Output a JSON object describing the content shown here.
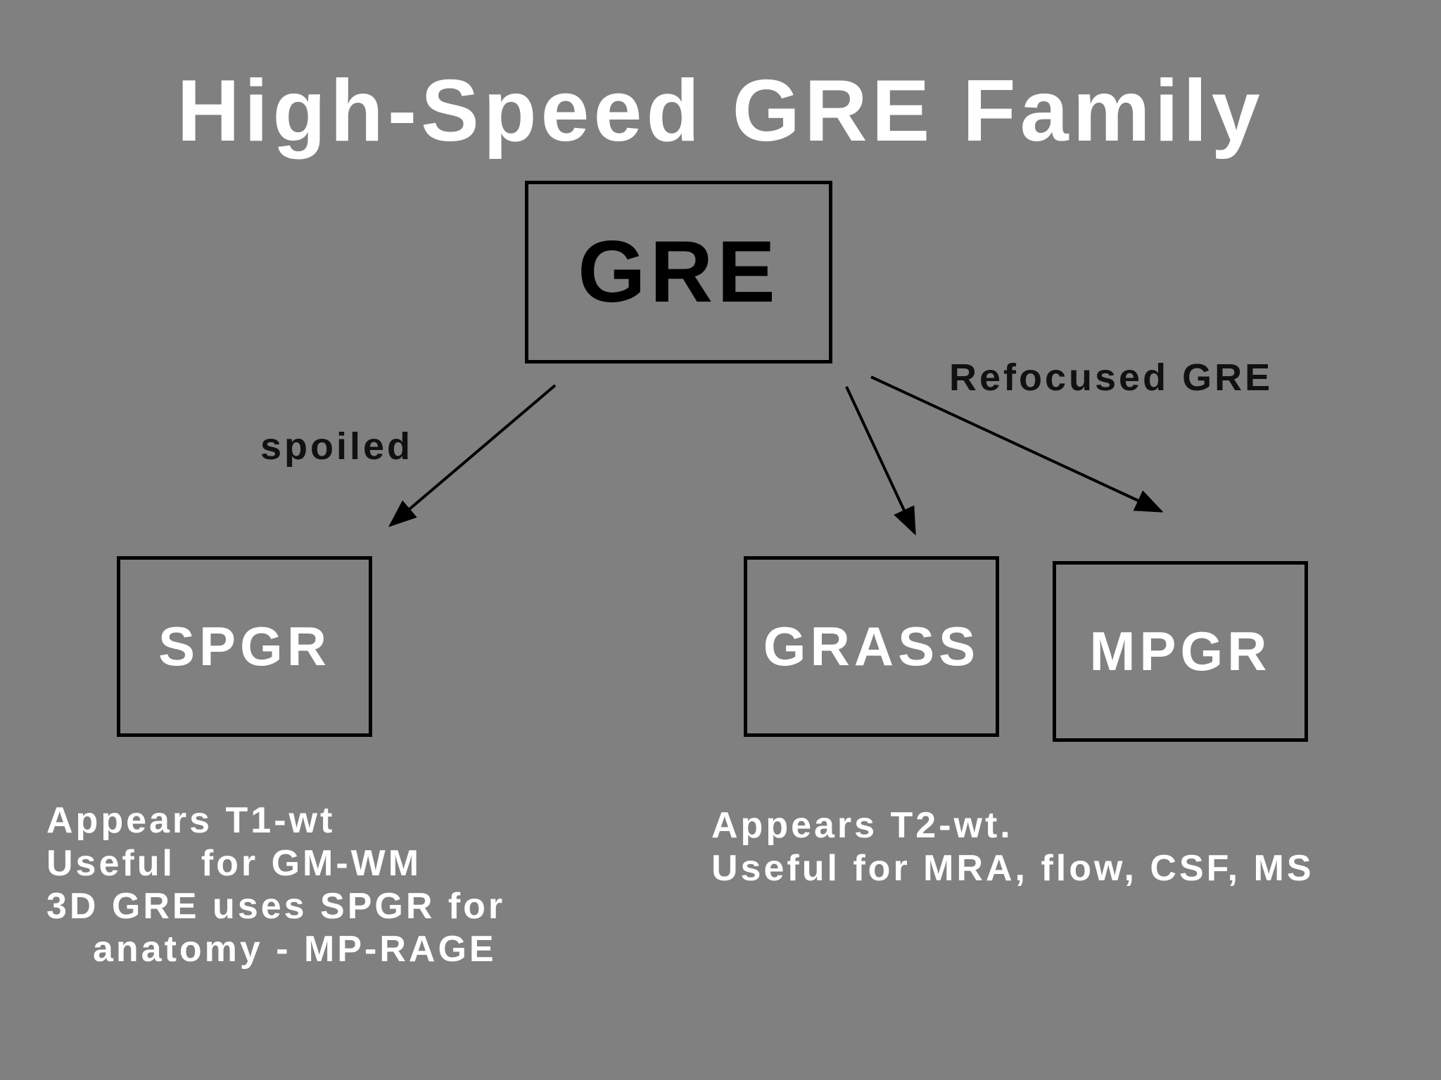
{
  "title": "High-Speed GRE Family",
  "nodes": {
    "root": "GRE",
    "spgr": "SPGR",
    "grass": "GRASS",
    "mpgr": "MPGR"
  },
  "edge_labels": {
    "spoiled": "spoiled",
    "refocused": "Refocused GRE"
  },
  "notes_left": [
    "Appears T1-wt",
    "Useful  for GM-WM",
    "3D GRE uses SPGR for",
    "anatomy - MP-RAGE"
  ],
  "notes_right": [
    "Appears T2-wt.",
    "Useful for MRA, flow, CSF, MS"
  ],
  "colors": {
    "background": "#808080",
    "light_text": "#ffffff",
    "dark_text": "#000000"
  }
}
